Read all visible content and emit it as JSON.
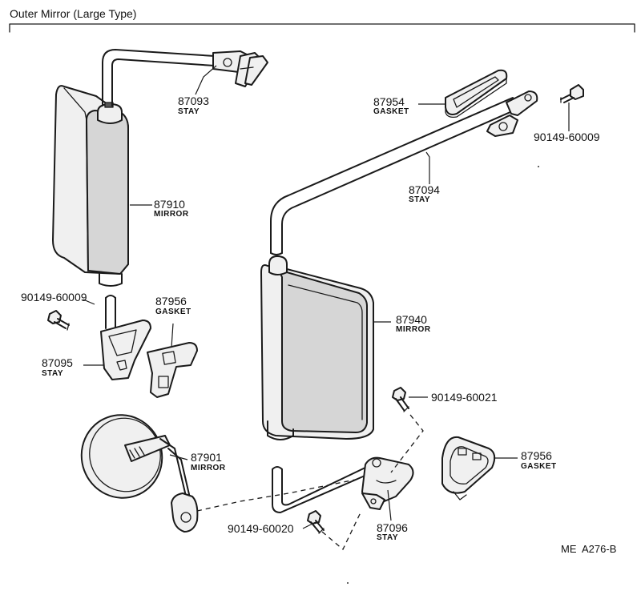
{
  "title": "Outer Mirror (Large Type)",
  "reference_code": "ME  A276-B",
  "parts": [
    {
      "number": "87093",
      "name": "STAY"
    },
    {
      "number": "87910",
      "name": "MIRROR"
    },
    {
      "number": "87954",
      "name": "GASKET"
    },
    {
      "number": "90149-60009",
      "name": ""
    },
    {
      "number": "87094",
      "name": "STAY"
    },
    {
      "number": "90149-60009",
      "name": ""
    },
    {
      "number": "87956",
      "name": "GASKET"
    },
    {
      "number": "87095",
      "name": "STAY"
    },
    {
      "number": "87940",
      "name": "MIRROR"
    },
    {
      "number": "90149-60021",
      "name": ""
    },
    {
      "number": "87901",
      "name": "MIRROR"
    },
    {
      "number": "87956",
      "name": "GASKET"
    },
    {
      "number": "90149-60020",
      "name": ""
    },
    {
      "number": "87096",
      "name": "STAY"
    }
  ]
}
